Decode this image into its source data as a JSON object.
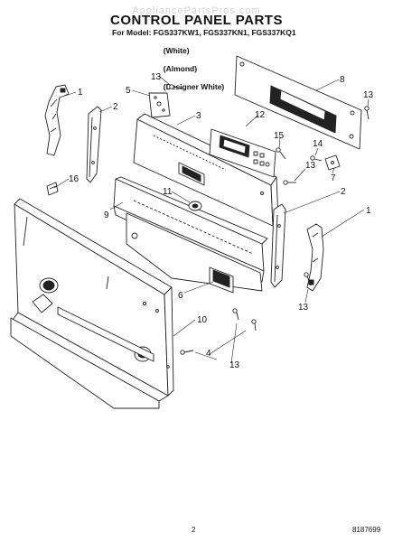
{
  "watermark": "AppliancePartsPros.com",
  "header": {
    "title": "CONTROL PANEL PARTS",
    "model_line": "For Model: FGS337KW1, FGS337KN1, FGS337KQ1",
    "color_white": "(White)",
    "color_almond": "(Almond)",
    "color_designer": "(Designer White)"
  },
  "callouts": [
    "1",
    "2",
    "3",
    "4",
    "5",
    "6",
    "7",
    "8",
    "9",
    "10",
    "11",
    "12",
    "13",
    "14",
    "15",
    "16"
  ],
  "footer": {
    "page_number": "2",
    "document_number": "8187699"
  }
}
